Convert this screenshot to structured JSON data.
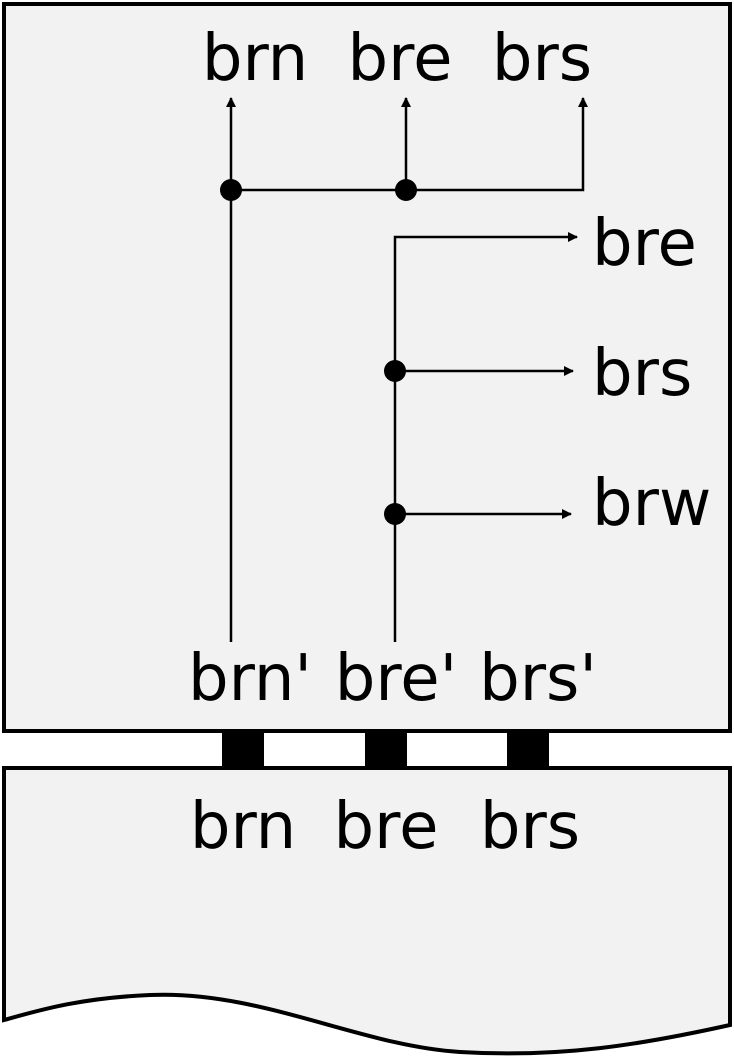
{
  "diagram": {
    "upper_block": {
      "top_outputs": [
        "brn",
        "bre",
        "brs"
      ],
      "side_outputs": [
        "bre",
        "brs",
        "brw"
      ],
      "bottom_inputs": [
        "brn'",
        "bre'",
        "brs'"
      ]
    },
    "lower_block": {
      "labels": [
        "brn",
        "bre",
        "brs"
      ]
    }
  }
}
